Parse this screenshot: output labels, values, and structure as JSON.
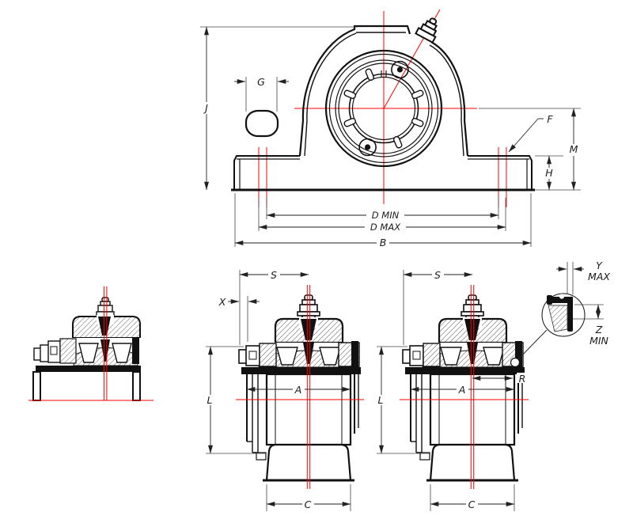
{
  "colors": {
    "line": "#111111",
    "centerline": "#ff0000",
    "background": "#ffffff",
    "hatch": "#3a3a3a"
  },
  "front_view": {
    "dims": {
      "j": "J",
      "g": "G",
      "f": "F",
      "m": "M",
      "h": "H",
      "d_min": "D MIN",
      "d_max": "D MAX",
      "b": "B"
    }
  },
  "side_view_middle": {
    "dims": {
      "s": "S",
      "x": "X",
      "l": "L",
      "a": "A",
      "c": "C"
    }
  },
  "side_view_right": {
    "dims": {
      "s": "S",
      "l": "L",
      "a": "A",
      "c": "C",
      "r": "R"
    }
  },
  "detail_view": {
    "dims": {
      "y": "Y",
      "y_qualifier": "MAX",
      "z": "Z",
      "z_qualifier": "MIN"
    }
  }
}
